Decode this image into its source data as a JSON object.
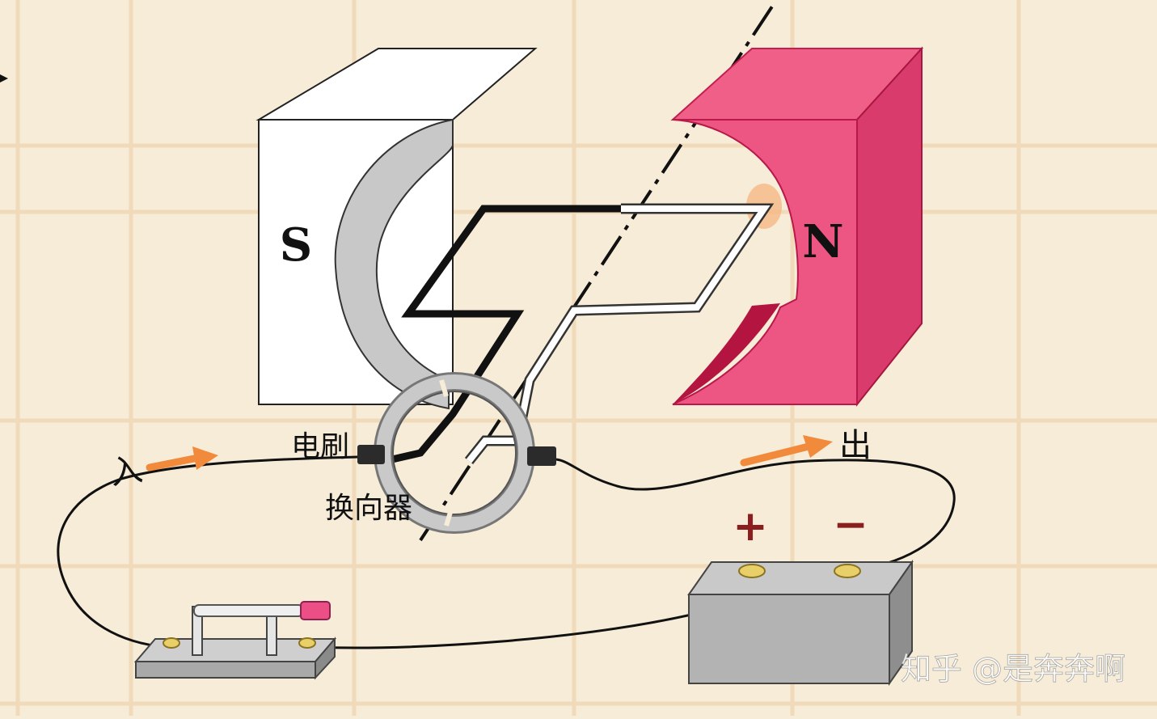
{
  "labels": {
    "south_pole": "S",
    "north_pole": "N",
    "brush": "电刷",
    "commutator": "换向器",
    "current_in": "入",
    "current_out": "出",
    "battery_plus": "+",
    "battery_minus": "−"
  },
  "watermark": "知乎 @是奔奔啊",
  "colors": {
    "background": "#f6ecd8",
    "grid": "#efd9b6",
    "north_magnet": "#ec5a83",
    "south_magnet": "#ffffff",
    "arrow": "#f28a3c",
    "terminal_sign": "#8b1e1e",
    "battery": "#b8b8b8"
  },
  "icons": {
    "current_arrow": "arrow-right-icon"
  }
}
